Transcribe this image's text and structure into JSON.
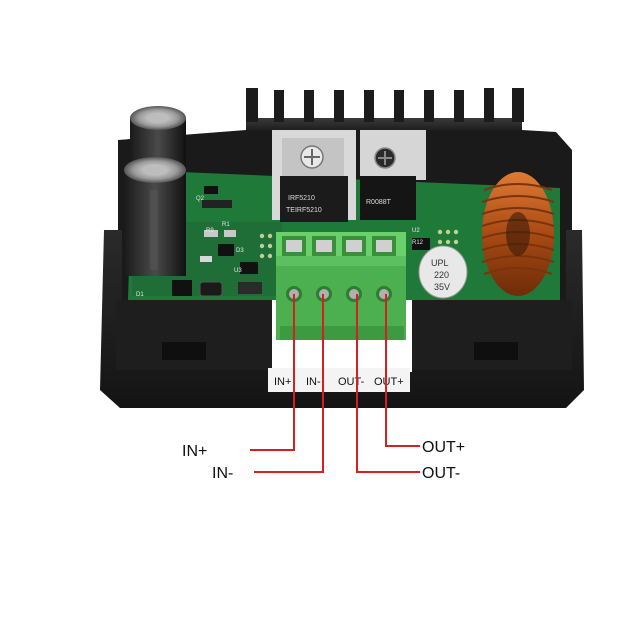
{
  "strip_labels": [
    "IN+",
    "IN-",
    "OUT-",
    "OUT+"
  ],
  "pin_labels": {
    "in_plus": "IN+",
    "in_minus": "IN-",
    "out_plus": "OUT+",
    "out_minus": "OUT-"
  },
  "components": {
    "mosfet_left": "IRF5210",
    "mosfet_left_sub": "TEIRF5210",
    "mosfet_right": "R0088T",
    "cap_brand": "UPL",
    "cap_value": "220",
    "cap_voltage": "35V",
    "silk_q2": "Q2",
    "silk_r12": "R12",
    "silk_u2": "U2",
    "silk_d1": "D1",
    "silk_d3": "D3",
    "silk_u3": "U3",
    "silk_r9": "R9",
    "silk_r1": "R1"
  },
  "colors": {
    "wire": "#d42020",
    "housing": "#1b1b1b",
    "pcb": "#1f7a3a",
    "terminal": "#4caf50",
    "coil": "#b5561b"
  }
}
